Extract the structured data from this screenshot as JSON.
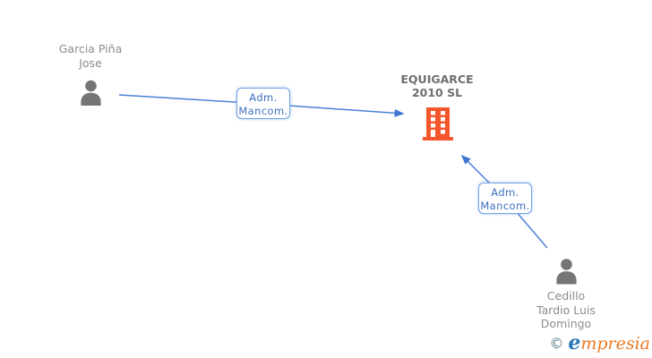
{
  "diagram": {
    "nodes": {
      "person1": {
        "type": "person",
        "lines": [
          "Garcia Piña",
          "Jose"
        ]
      },
      "company": {
        "type": "company",
        "lines": [
          "EQUIGARCE",
          "2010 SL"
        ]
      },
      "person2": {
        "type": "person",
        "lines": [
          "Cedillo",
          "Tardio Luis",
          "Domingo"
        ]
      }
    },
    "edges": {
      "edge1": {
        "from": "person1",
        "to": "company",
        "label_lines": [
          "Adm.",
          "Mancom."
        ]
      },
      "edge2": {
        "from": "person2",
        "to": "company",
        "label_lines": [
          "Adm.",
          "Mancom."
        ]
      }
    },
    "colors": {
      "connector_blue": "#4a80d8",
      "arrowhead_blue": "#3f74d1",
      "edge_box_border": "#74a3e3",
      "edge_box_text": "#3d6fc2",
      "person_icon_gray": "#757575",
      "person_label_gray": "#8c8c8c",
      "company_title_gray": "#6e6e6e",
      "building_orange": "#f4572b"
    }
  },
  "watermark": {
    "copyright": "©",
    "brand_initial": "e",
    "brand_rest": "mpresia",
    "colors": {
      "copyright": "#5a7d8e",
      "brand_initial": "#2e75b5",
      "brand_rest": "#e87a24"
    }
  }
}
